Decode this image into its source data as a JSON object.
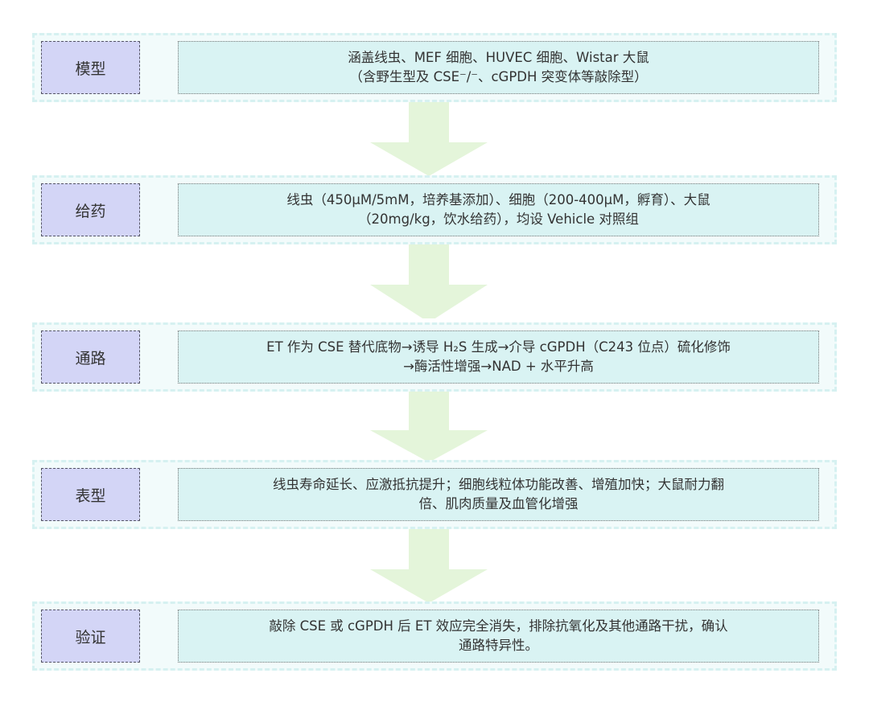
{
  "colors": {
    "row_bg": "#f2fbfb",
    "row_border": "#d6f1f1",
    "label_bg": "#d3d5f6",
    "content_bg": "#d9f3f3",
    "arrow": "#e4f5da"
  },
  "steps": [
    {
      "label": "模型",
      "lines": [
        "涵盖线虫、MEF 细胞、HUVEC 细胞、Wistar 大鼠",
        "（含野生型及 CSE⁻/⁻、cGPDH 突变体等敲除型）"
      ]
    },
    {
      "label": "给药",
      "lines": [
        "线虫（450μM/5mM，培养基添加）、细胞（200-400μM，孵育）、大鼠",
        "（20mg/kg，饮水给药），均设 Vehicle 对照组"
      ]
    },
    {
      "label": "通路",
      "lines": [
        "ET 作为 CSE 替代底物→诱导 H₂S 生成→介导 cGPDH（C243 位点）硫化修饰",
        "→酶活性增强→NAD + 水平升高"
      ]
    },
    {
      "label": "表型",
      "lines": [
        "线虫寿命延长、应激抵抗提升；细胞线粒体功能改善、增殖加快；大鼠耐力翻",
        "倍、肌肉质量及血管化增强"
      ]
    },
    {
      "label": "验证",
      "lines": [
        "敲除 CSE 或 cGPDH 后 ET 效应完全消失，排除抗氧化及其他通路干扰，确认",
        "通路特异性。"
      ]
    }
  ],
  "arrows": [
    {
      "icon": "down-arrow-icon"
    },
    {
      "icon": "down-arrow-icon"
    },
    {
      "icon": "down-arrow-icon"
    },
    {
      "icon": "down-arrow-icon"
    }
  ]
}
